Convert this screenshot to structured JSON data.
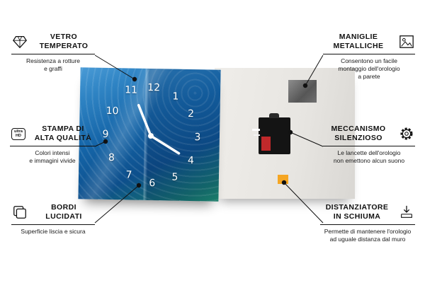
{
  "clock": {
    "numbers": [
      "12",
      "1",
      "2",
      "3",
      "4",
      "5",
      "6",
      "7",
      "8",
      "9",
      "10",
      "11"
    ]
  },
  "callouts": {
    "vetro_temperato": {
      "title": "VETRO\nTEMPERATO",
      "subtitle": "Resistenza a rotture\ne graffi",
      "icon": "diamond-icon"
    },
    "stampa": {
      "title": "STAMPA DI\nALTA QUALITÀ",
      "subtitle": "Colori intensi\ne immagini vivide",
      "icon": "ultra-hd-icon",
      "icon_text": "ultra\nHD"
    },
    "bordi": {
      "title": "BORDI\nLUCIDATI",
      "subtitle": "Superficie liscia e sicura",
      "icon": "layers-icon"
    },
    "maniglie": {
      "title": "MANIGLIE\nMETALLICHE",
      "subtitle": "Consentono un facile\nmontaggio dell'orologio\na parete",
      "icon": "picture-icon"
    },
    "meccanismo": {
      "title": "MECCANISMO\nSILENZIOSO",
      "subtitle": "Le lancette dell'orologio\nnon emettono alcun suono",
      "icon": "gear-icon"
    },
    "distanziatore": {
      "title": "DISTANZIATORE\nIN SCHIUMA",
      "subtitle": "Permette di mantenere l'orologio\nad uguale distanza dal muro",
      "icon": "spacer-icon"
    }
  },
  "colors": {
    "accent_foam": "#f5a623",
    "battery_red": "#c0292b",
    "clock_blue": "#1565a8",
    "line_black": "#111111"
  }
}
